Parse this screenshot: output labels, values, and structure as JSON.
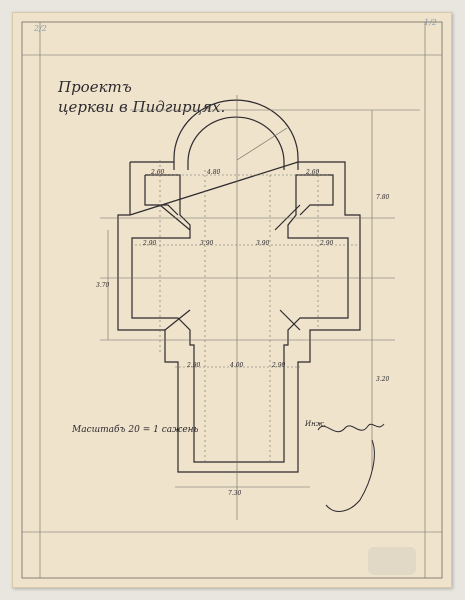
{
  "title": {
    "line1": "Проектъ",
    "line2": "церкви в Пидгирцях."
  },
  "scale_note": "Масштабъ 20 = 1 сажень",
  "corner_marks": {
    "top_left": "2/2",
    "top_right": "1/2"
  },
  "signature_prefix": "Инж.",
  "plan_dimensions": {
    "top_wings": [
      "2.60",
      "4.80",
      "2.60"
    ],
    "transept": [
      "2.90",
      "3.90",
      "3.90",
      "2.90"
    ],
    "nave": [
      "2.90",
      "4.00",
      "2.90"
    ],
    "vertical_right": [
      "7.80",
      "3.20"
    ],
    "vertical_left": [
      "3.70"
    ],
    "bottom": "7.30"
  },
  "colors": {
    "paper": "#efe3cb",
    "ink": "#2d2a2f",
    "pencil": "#6f6a66"
  }
}
